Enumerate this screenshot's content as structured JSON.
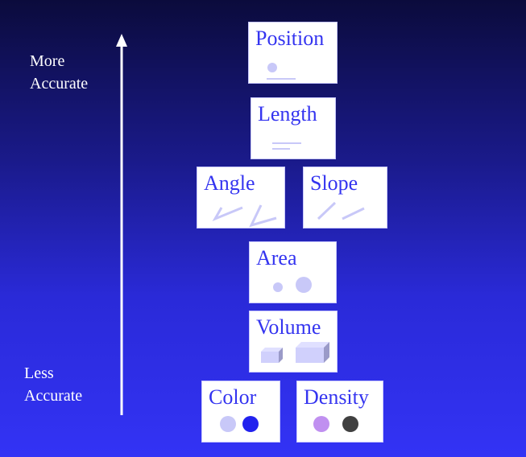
{
  "axis": {
    "top_label": [
      "More",
      "Accurate"
    ],
    "bottom_label": [
      "Less",
      "Accurate"
    ]
  },
  "boxes": {
    "position": "Position",
    "length": "Length",
    "angle": "Angle",
    "slope": "Slope",
    "area": "Area",
    "volume": "Volume",
    "color": "Color",
    "density": "Density"
  },
  "colors": {
    "title": "#3434f0",
    "mark": "#c8c8f8",
    "color_dark": "#2222ee",
    "density_light": "#c090f0",
    "density_dark": "#404040"
  }
}
